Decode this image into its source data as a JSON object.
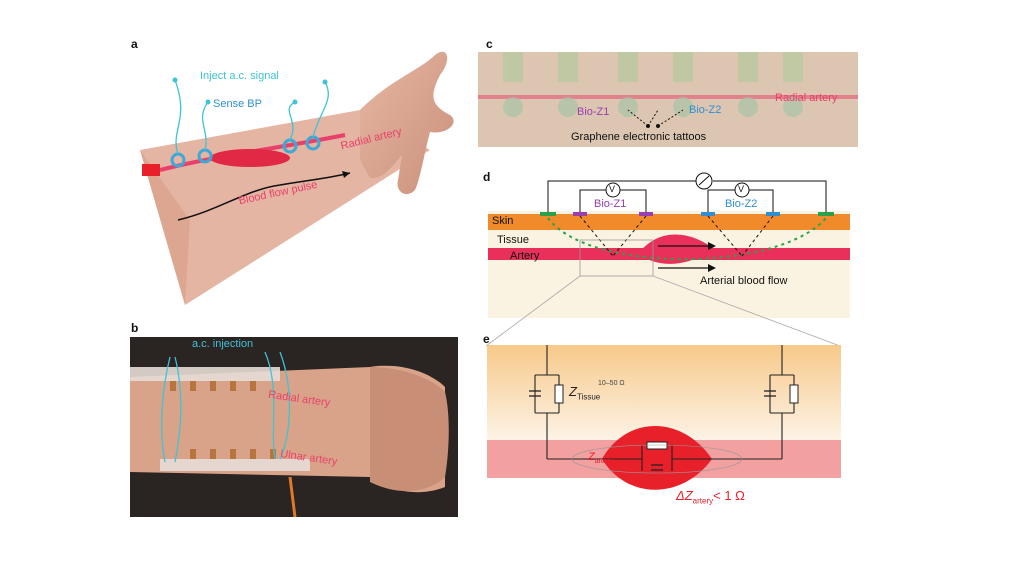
{
  "panels": {
    "a": {
      "letter": "a",
      "inject_label": "Inject a.c. signal",
      "sense_label": "Sense BP",
      "artery_label": "Radial artery",
      "flow_label": "Blood flow pulse"
    },
    "b": {
      "letter": "b",
      "injection_label": "a.c. injection",
      "radial_label": "Radial artery",
      "ulnar_label": "Ulnar artery"
    },
    "c": {
      "letter": "c",
      "bioz1": "Bio-Z1",
      "bioz2": "Bio-Z2",
      "artery_label": "Radial artery",
      "tattoo_label": "Graphene electronic tattoos"
    },
    "d": {
      "letter": "d",
      "skin": "Skin",
      "tissue": "Tissue",
      "artery": "Artery",
      "bioz1": "Bio-Z1",
      "bioz2": "Bio-Z2",
      "voltmeter": "V",
      "flow_label": "Arterial blood flow"
    },
    "e": {
      "letter": "e",
      "z_tissue_main": "Z",
      "z_tissue_sub": "Tissue",
      "z_tissue_range": "10–50 Ω",
      "z_artery_main": "Z",
      "z_artery_sub": "artery",
      "delta_prefix": "ΔZ",
      "delta_sub": "artery",
      "delta_suffix": "< 1 Ω"
    }
  },
  "colors": {
    "cyan": "#3fc3d6",
    "blue": "#2f8fd0",
    "pink_text": "#e8406a",
    "skin_orange": "#f08a2a",
    "artery_red": "#e8305a",
    "green": "#2aa14a",
    "purple": "#9a3fb0"
  }
}
